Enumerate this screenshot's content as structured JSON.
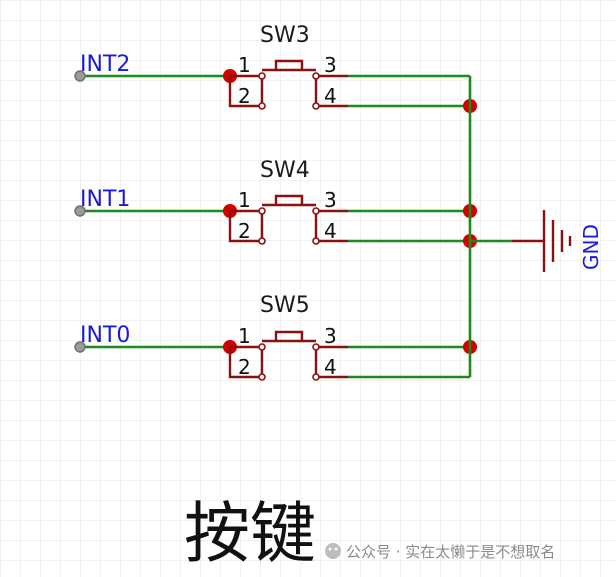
{
  "nets": {
    "int2": "INT2",
    "int1": "INT1",
    "int0": "INT0",
    "gnd": "GND"
  },
  "switches": [
    {
      "ref": "SW3",
      "pins": [
        "1",
        "2",
        "3",
        "4"
      ]
    },
    {
      "ref": "SW4",
      "pins": [
        "1",
        "2",
        "3",
        "4"
      ]
    },
    {
      "ref": "SW5",
      "pins": [
        "1",
        "2",
        "3",
        "4"
      ]
    }
  ],
  "title": "按键",
  "watermark": "公众号 · 实在太懒于是不想取名",
  "colors": {
    "wire": "#1d8a1d",
    "component": "#8b1010",
    "junction": "#d40000",
    "net_label": "#1a1ad8",
    "grid": "#e6e6e6"
  }
}
